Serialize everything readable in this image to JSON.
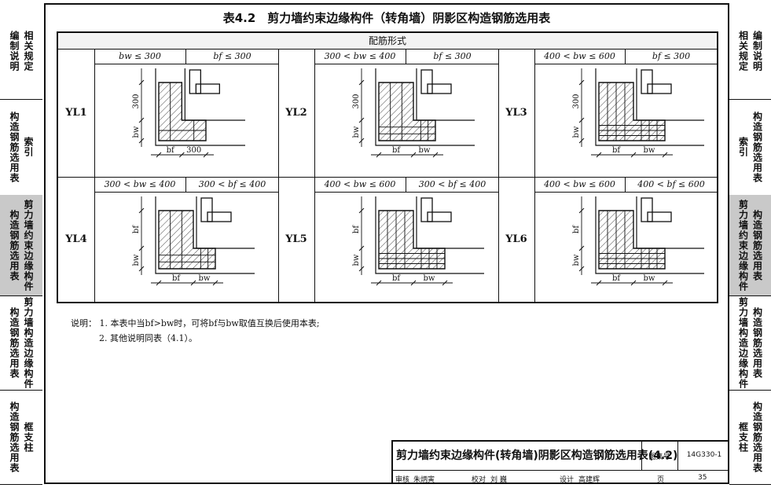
{
  "page_title": "表4.2　剪力墙约束边缘构件（转角墙）阴影区构造钢筋选用表",
  "left_tabs": [
    {
      "cols": [
        "编制说明",
        "相关规定"
      ],
      "active": false
    },
    {
      "cols": [
        "构造钢筋选用表",
        "索引"
      ],
      "active": false
    },
    {
      "cols": [
        "构造钢筋选用表",
        "剪力墙约束边缘构件"
      ],
      "active": true
    },
    {
      "cols": [
        "构造钢筋选用表",
        "剪力墙构造边缘构件"
      ],
      "active": false
    },
    {
      "cols": [
        "构造钢筋选用表",
        "框支柱"
      ],
      "active": false
    }
  ],
  "right_tabs": [
    {
      "cols": [
        "相关规定",
        "编制说明"
      ],
      "active": false
    },
    {
      "cols": [
        "索引",
        "构造钢筋选用表"
      ],
      "active": false
    },
    {
      "cols": [
        "剪力墙约束边缘构件",
        "构造钢筋选用表"
      ],
      "active": true
    },
    {
      "cols": [
        "剪力墙构造边缘构件",
        "构造钢筋选用表"
      ],
      "active": false
    },
    {
      "cols": [
        "框支柱",
        "构造钢筋选用表"
      ],
      "active": false
    }
  ],
  "table": {
    "header": "配筋形式",
    "rows": [
      [
        {
          "id": "YL1",
          "bw_cond": "bw ≤ 300",
          "bf_cond": "bf ≤ 300",
          "grid": 2,
          "dims": {
            "side": "300",
            "bottom_left": "bf",
            "bottom_right": "300",
            "left_lower": "bw"
          }
        },
        {
          "id": "YL2",
          "bw_cond": "300 < bw ≤ 400",
          "bf_cond": "bf ≤ 300",
          "grid": 3,
          "dims": {
            "side": "300",
            "bottom_left": "bf",
            "bottom_right": "bw",
            "left_lower": "bw"
          }
        },
        {
          "id": "YL3",
          "bw_cond": "400 < bw ≤ 600",
          "bf_cond": "bf ≤ 300",
          "grid": 4,
          "dims": {
            "side": "300",
            "bottom_left": "bf",
            "bottom_right": "bw",
            "left_lower": "bw"
          }
        }
      ],
      [
        {
          "id": "YL4",
          "bw_cond": "300 < bw ≤ 400",
          "bf_cond": "300 < bf ≤ 400",
          "grid": 3,
          "dims": {
            "side": "bf",
            "bottom_left": "bf",
            "bottom_right": "bw",
            "left_lower": "bw"
          }
        },
        {
          "id": "YL5",
          "bw_cond": "400 < bw ≤ 600",
          "bf_cond": "300 < bf ≤ 400",
          "grid": 4,
          "dims": {
            "side": "bf",
            "bottom_left": "bf",
            "bottom_right": "bw",
            "left_lower": "bw"
          }
        },
        {
          "id": "YL6",
          "bw_cond": "400 < bw ≤ 600",
          "bf_cond": "400 < bf ≤ 600",
          "grid": 4,
          "dims": {
            "side": "bf",
            "bottom_left": "bf",
            "bottom_right": "bw",
            "left_lower": "bw"
          }
        }
      ]
    ]
  },
  "notes": {
    "label": "说明：",
    "items": [
      "1. 本表中当bf>bw时，可将bf与bw取值互换后使用本表;",
      "2. 其他说明同表（4.1）。"
    ]
  },
  "title_block": {
    "title": "剪力墙约束边缘构件(转角墙)阴影区构造钢筋选用表(4.2)",
    "atlas_label": "图集号",
    "atlas_no": "14G330-1",
    "page_label": "页",
    "page_no": "35",
    "review_label": "审核",
    "reviewer": "朱炳寅",
    "check_label": "校对",
    "checker": "刘 巍",
    "design_label": "设计",
    "designer": "高建辉"
  }
}
